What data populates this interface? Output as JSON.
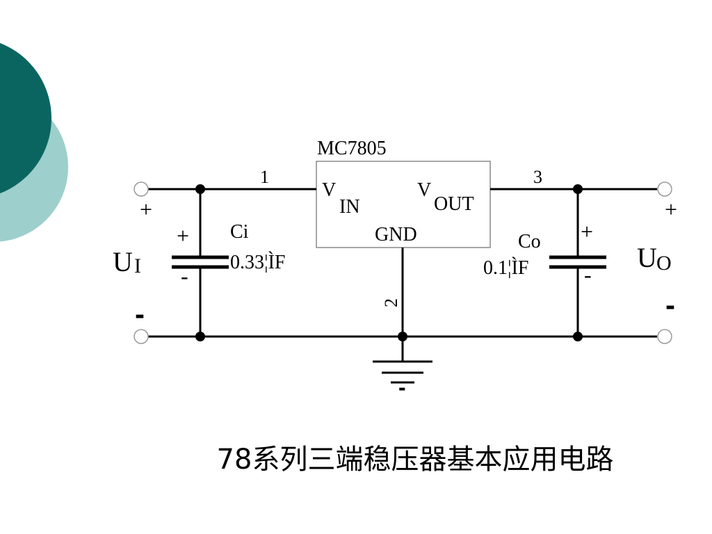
{
  "diagram": {
    "chip_name": "MC7805",
    "pin_vin_main": "V",
    "pin_vin_sub": "IN",
    "pin_vout_main": "V",
    "pin_vout_sub": "OUT",
    "pin_gnd": "GND",
    "pin1_number": "1",
    "pin2_number": "2",
    "pin3_number": "3",
    "ci_name": "Ci",
    "ci_value": "0.33¦ÌF",
    "co_name": "Co",
    "co_value": "0.1¦ÌF",
    "ui_main": "U",
    "ui_sub": "I",
    "uo_main": "U",
    "uo_sub": "O",
    "plus": "+",
    "minus": "-",
    "input_minus": "-",
    "output_minus": "-",
    "ground_minus": "-"
  },
  "caption": "78系列三端稳压器基本应用电路",
  "colors": {
    "teal_dark": "#0a6560",
    "teal_light": "#9dcfcc",
    "terminal_gray": "#999999"
  }
}
